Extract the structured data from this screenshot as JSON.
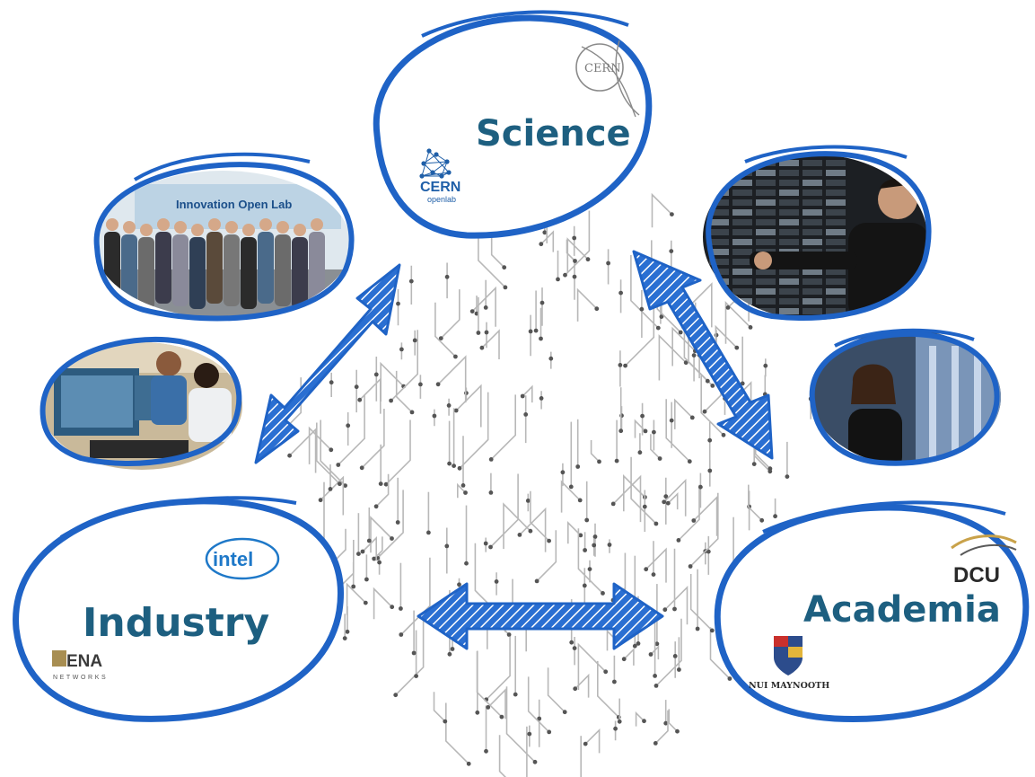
{
  "hubs": {
    "science": {
      "label": "Science",
      "logo_cern": "CERN",
      "logo_openlab_top": "CERN",
      "logo_openlab_bottom": "openlab"
    },
    "industry": {
      "label": "Industry",
      "logo_intel": "intel",
      "logo_xena_top": "ENA",
      "logo_xena_bottom": "NETWORKS"
    },
    "academia": {
      "label": "Academia",
      "logo_dcu": "DCU",
      "logo_nui": "NUI MAYNOOTH"
    }
  },
  "photos": {
    "group_photo_banner": "Innovation Open Lab"
  },
  "colors": {
    "ring": "#1f63c6",
    "arrow": "#2a6fd2",
    "hub_text": "#1d5f80",
    "circuit": "#b8b8b8",
    "circuit_node": "#555555"
  },
  "icons": [
    "cern-logo-icon",
    "cern-openlab-logo-icon",
    "intel-logo-icon",
    "xena-networks-logo-icon",
    "dcu-logo-icon",
    "nui-maynooth-crest-icon"
  ]
}
